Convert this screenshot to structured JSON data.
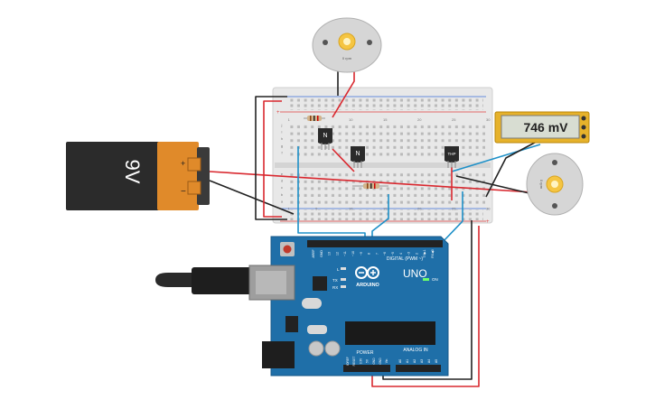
{
  "battery": {
    "label": "9V",
    "plus": "+",
    "minus": "−",
    "body_color": "#2b2b2b",
    "cap_color": "#e08a2a"
  },
  "motor_top": {
    "label": "0 rpm"
  },
  "motor_right": {
    "label": "0 rpm"
  },
  "multimeter": {
    "reading": "746 mV"
  },
  "transistors": [
    {
      "id": "q1",
      "label": "N"
    },
    {
      "id": "q2",
      "label": "N"
    },
    {
      "id": "q3",
      "label": "THP"
    }
  ],
  "arduino": {
    "logo_text": "ARDUINO",
    "model": "UNO",
    "digital_label": "DIGITAL (PWM ~)",
    "analog_label": "ANALOG IN",
    "power_label": "POWER",
    "on_label": "ON",
    "tx_label": "TX",
    "rx_label": "RX",
    "l_label": "L",
    "digital_pins": [
      "AREF",
      "GND",
      "13",
      "12",
      "~11",
      "~10",
      "~9",
      "8",
      "7",
      "~6",
      "~5",
      "4",
      "~3",
      "2",
      "TX▶1",
      "RX◀0"
    ],
    "power_pins": [
      "IOREF",
      "RESET",
      "3.3V",
      "5V",
      "GND",
      "GND",
      "Vin"
    ],
    "analog_pins": [
      "A0",
      "A1",
      "A2",
      "A3",
      "A4",
      "A5"
    ],
    "board_color": "#1f6fa8"
  },
  "breadboard": {
    "columns": [
      "1",
      "",
      "",
      "",
      "5",
      "",
      "",
      "",
      "",
      "10",
      "",
      "",
      "",
      "",
      "15",
      "",
      "",
      "",
      "",
      "20",
      "",
      "",
      "",
      "",
      "25",
      "",
      "",
      "",
      "",
      "30"
    ],
    "rows_top": [
      "j",
      "i",
      "h",
      "g",
      "f"
    ],
    "rows_bottom": [
      "e",
      "d",
      "c",
      "b",
      "a"
    ]
  },
  "colors": {
    "wire_red": "#d9282f",
    "wire_black": "#222222",
    "wire_blue": "#1e90c8"
  }
}
